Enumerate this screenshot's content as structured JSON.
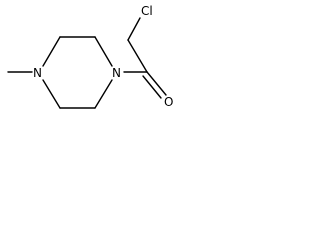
{
  "molecule": {
    "atoms": {
      "chlorine": "Cl",
      "ring_nitrogen_left": "N",
      "ring_nitrogen_right": "N",
      "carbonyl_oxygen": "O"
    }
  }
}
